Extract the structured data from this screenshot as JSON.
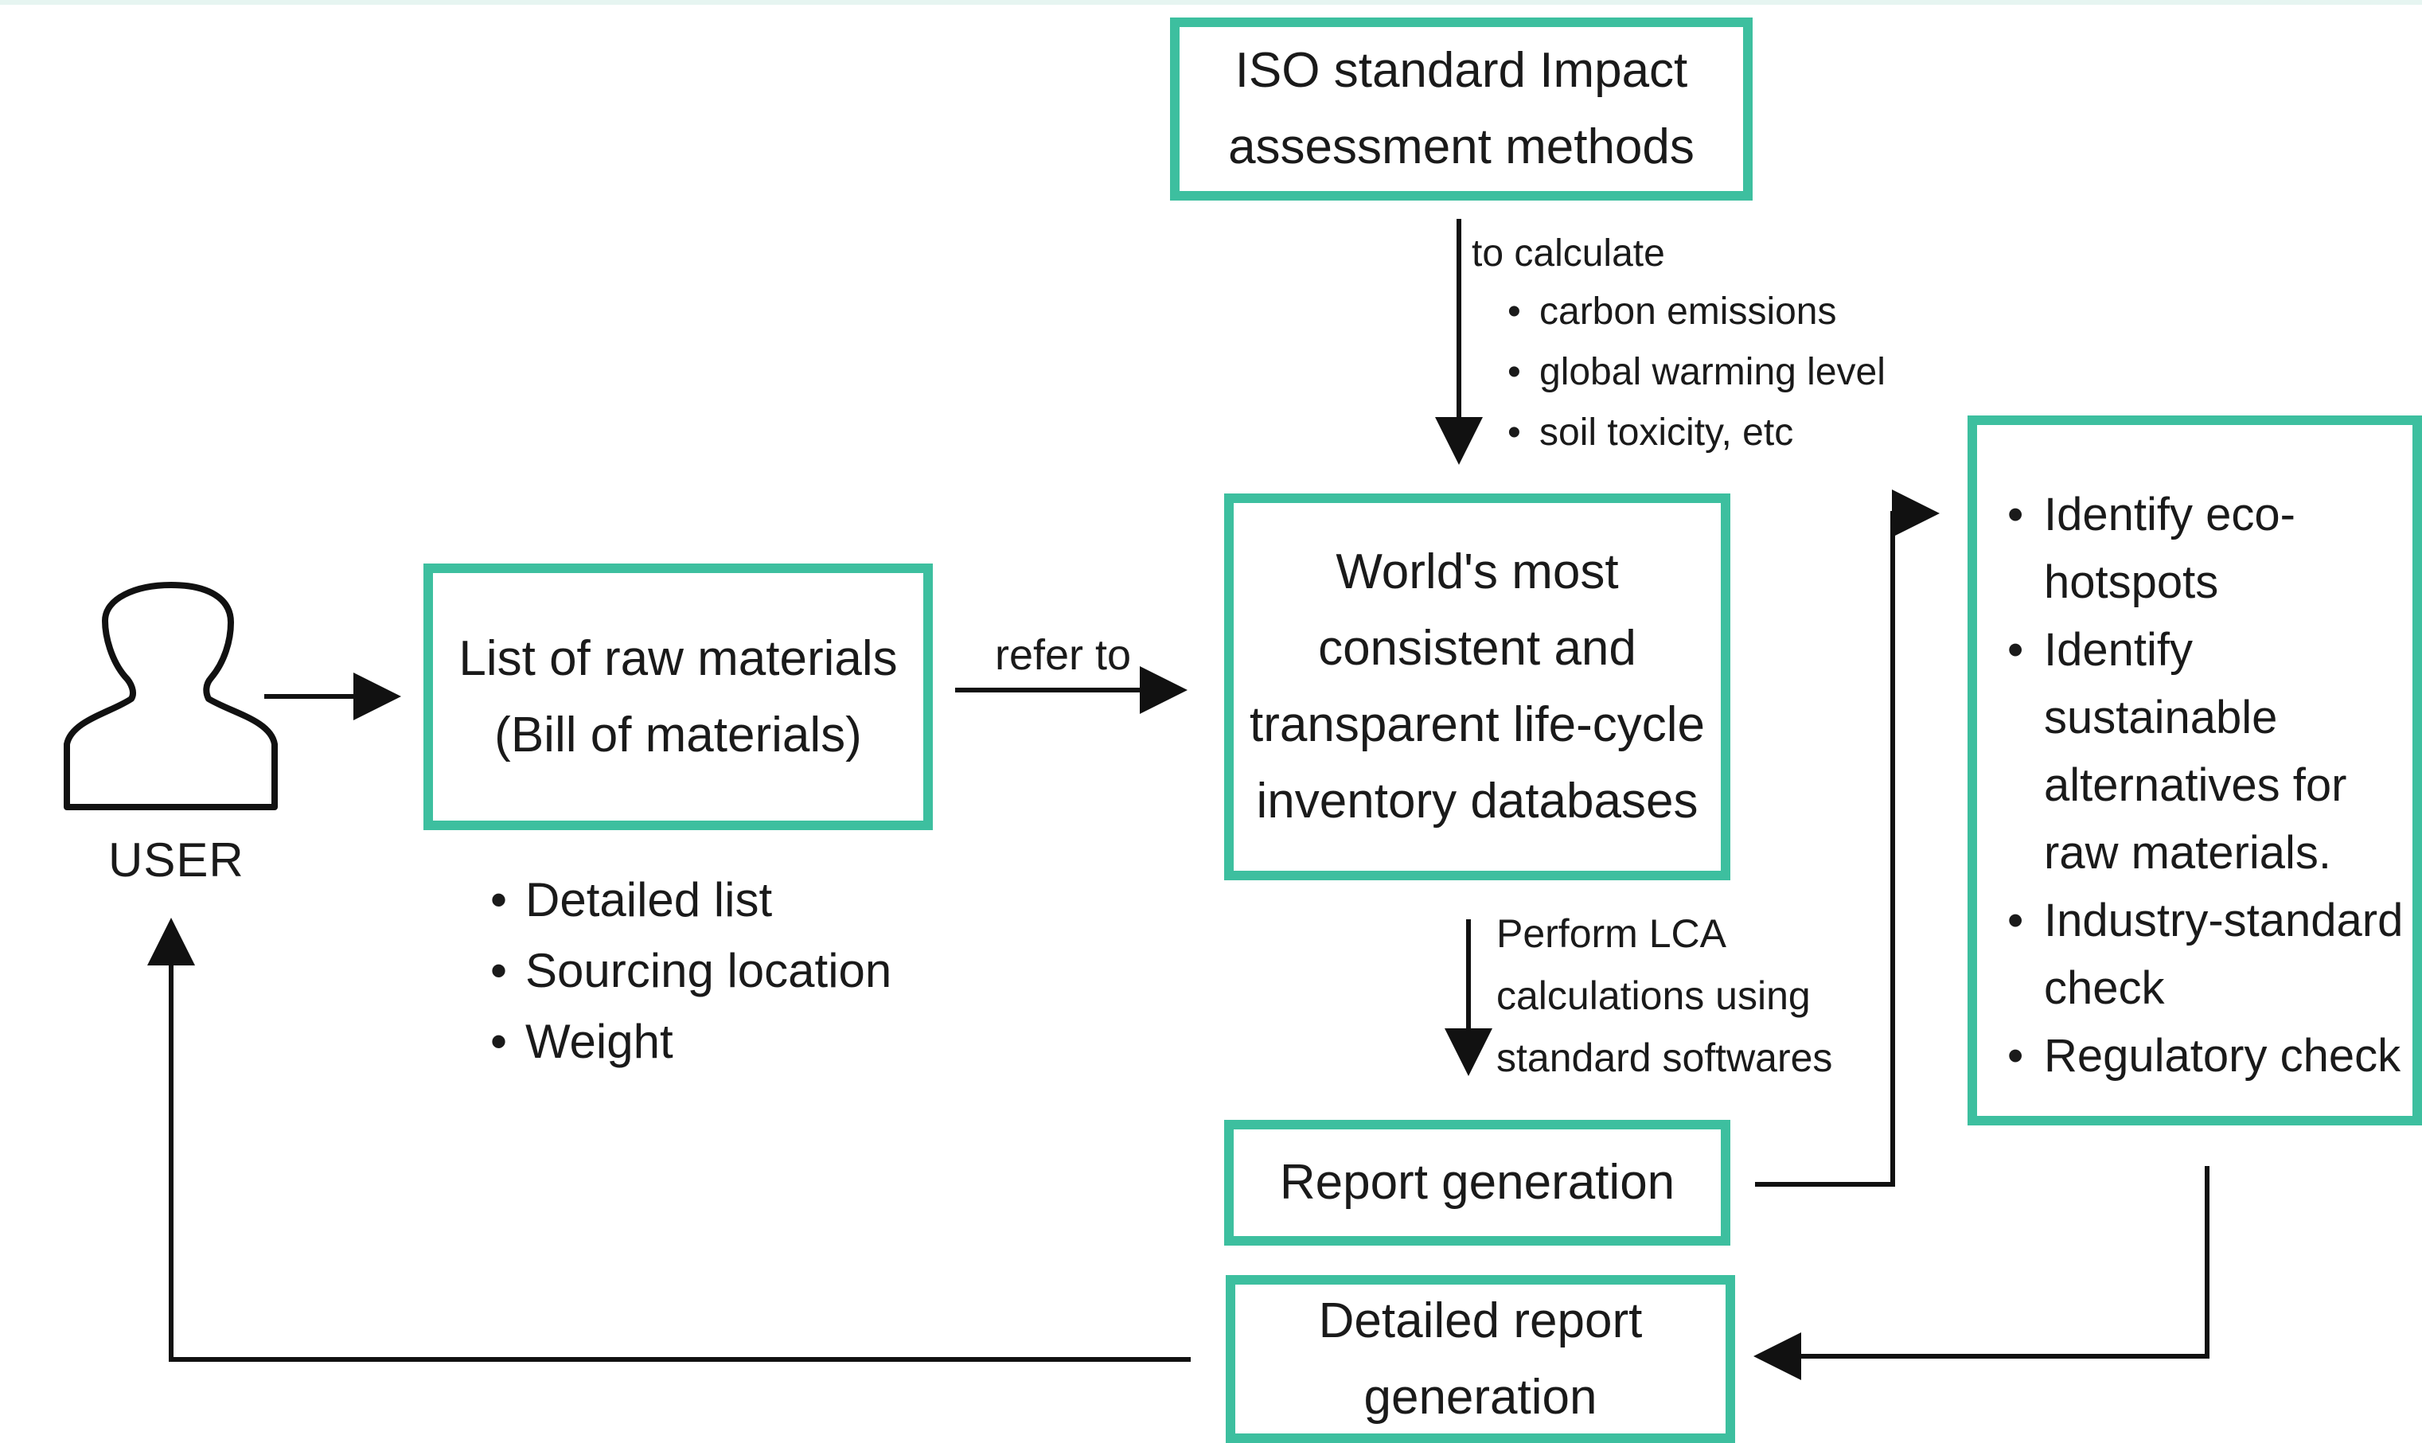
{
  "user": {
    "label": "USER"
  },
  "bom": {
    "title_line1": "List of raw materials",
    "title_line2": "(Bill of materials)",
    "bullets": [
      "Detailed list",
      "Sourcing location",
      "Weight"
    ]
  },
  "refer_label": "refer to",
  "iso": {
    "line1": "ISO standard Impact",
    "line2": "assessment methods"
  },
  "calculate": {
    "label": "to calculate",
    "bullets": [
      "carbon emissions",
      "global warming level",
      "soil toxicity, etc"
    ]
  },
  "database": {
    "line1": "World's most",
    "line2": "consistent and",
    "line3": "transparent life-cycle",
    "line4": "inventory databases"
  },
  "lca": {
    "line1": "Perform LCA",
    "line2": "calculations using",
    "line3": "standard softwares"
  },
  "report": {
    "label": "Report generation"
  },
  "detailed_report": {
    "line1": "Detailed report",
    "line2": "generation"
  },
  "insights": {
    "bullets": [
      [
        "Identify eco-",
        "hotspots"
      ],
      [
        "Identify",
        "sustainable",
        "alternatives for",
        "raw materials."
      ],
      [
        "Industry-standard",
        "check"
      ],
      [
        "Regulatory check"
      ]
    ]
  },
  "colors": {
    "box_border": "#3dbf9f",
    "arrow": "#111111",
    "text": "#1a1a1a"
  }
}
